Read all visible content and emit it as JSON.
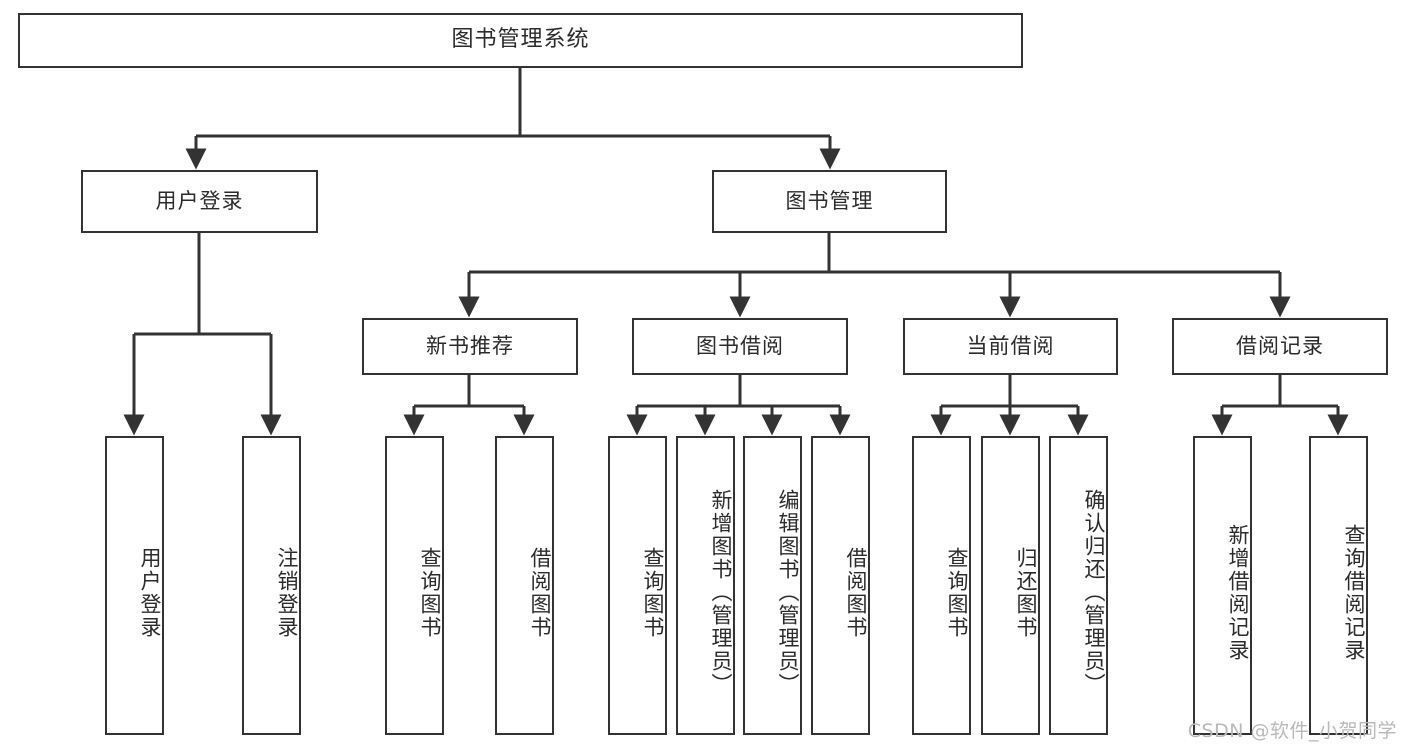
{
  "diagram": {
    "title": "图书管理系统",
    "type": "tree",
    "watermark": "CSDN @软件_小贺同学",
    "colors": {
      "stroke": "#333333",
      "fill": "#ffffff",
      "text": "#2b2b2b",
      "watermark": "#b9b9b9"
    },
    "root": {
      "label": "图书管理系统"
    },
    "level2": [
      {
        "label": "用户登录"
      },
      {
        "label": "图书管理"
      }
    ],
    "level3": [
      {
        "label": "新书推荐"
      },
      {
        "label": "图书借阅"
      },
      {
        "label": "当前借阅"
      },
      {
        "label": "借阅记录"
      }
    ],
    "leaves": {
      "user_login": [
        {
          "label": "用户登录"
        },
        {
          "label": "注销登录"
        }
      ],
      "new_book": [
        {
          "label": "查询图书"
        },
        {
          "label": "借阅图书"
        }
      ],
      "book_borrow": [
        {
          "label": "查询图书"
        },
        {
          "label": "新增图书（管理员）"
        },
        {
          "label": "编辑图书（管理员）"
        },
        {
          "label": "借阅图书"
        }
      ],
      "current_borrow": [
        {
          "label": "查询图书"
        },
        {
          "label": "归还图书"
        },
        {
          "label": "确认归还（管理员）"
        }
      ],
      "borrow_record": [
        {
          "label": "新增借阅记录"
        },
        {
          "label": "查询借阅记录"
        }
      ]
    }
  }
}
